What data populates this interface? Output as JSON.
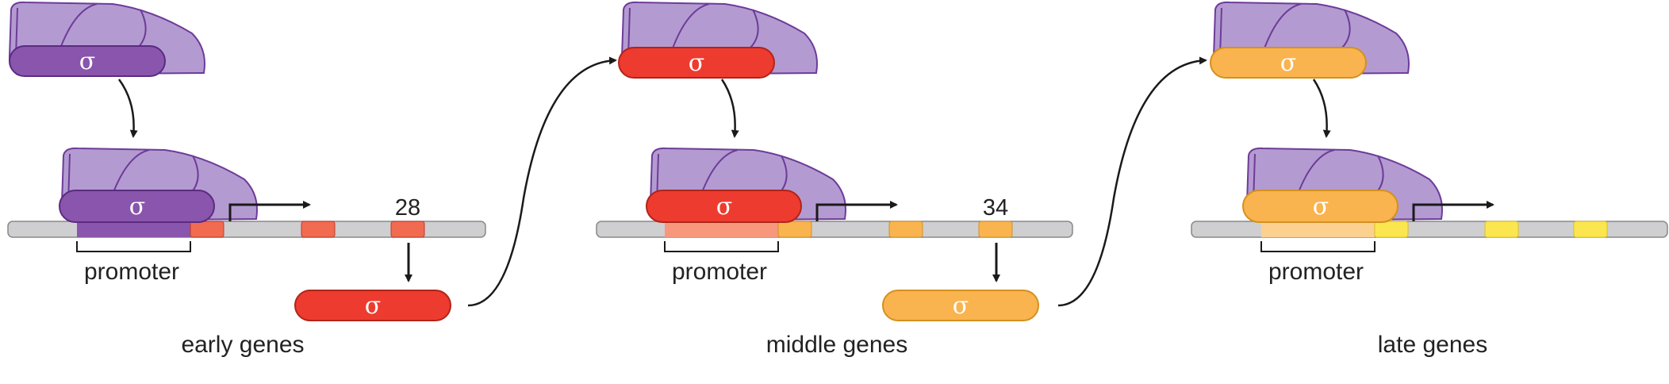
{
  "colors": {
    "polymerase_fill": "#b39bd1",
    "polymerase_stroke": "#6e3b99",
    "dna_fill": "#cfcfd1",
    "dna_stroke": "#888888",
    "arrow": "#1a1a1a",
    "sigma_early": "#8a55ad",
    "sigma_middle": "#ee3b2f",
    "sigma_late": "#f9b44f",
    "gene_early": "#f16b50",
    "gene_middle": "#f9b44f",
    "gene_late": "#fbe650",
    "promoter_middle": "#f7977c",
    "promoter_late": "#fcd08f"
  },
  "symbols": {
    "sigma": "σ"
  },
  "labels": {
    "promoter": "promoter",
    "gene_28": "28",
    "gene_34": "34"
  },
  "stages": [
    {
      "name": "early genes"
    },
    {
      "name": "middle genes"
    },
    {
      "name": "late genes"
    }
  ]
}
